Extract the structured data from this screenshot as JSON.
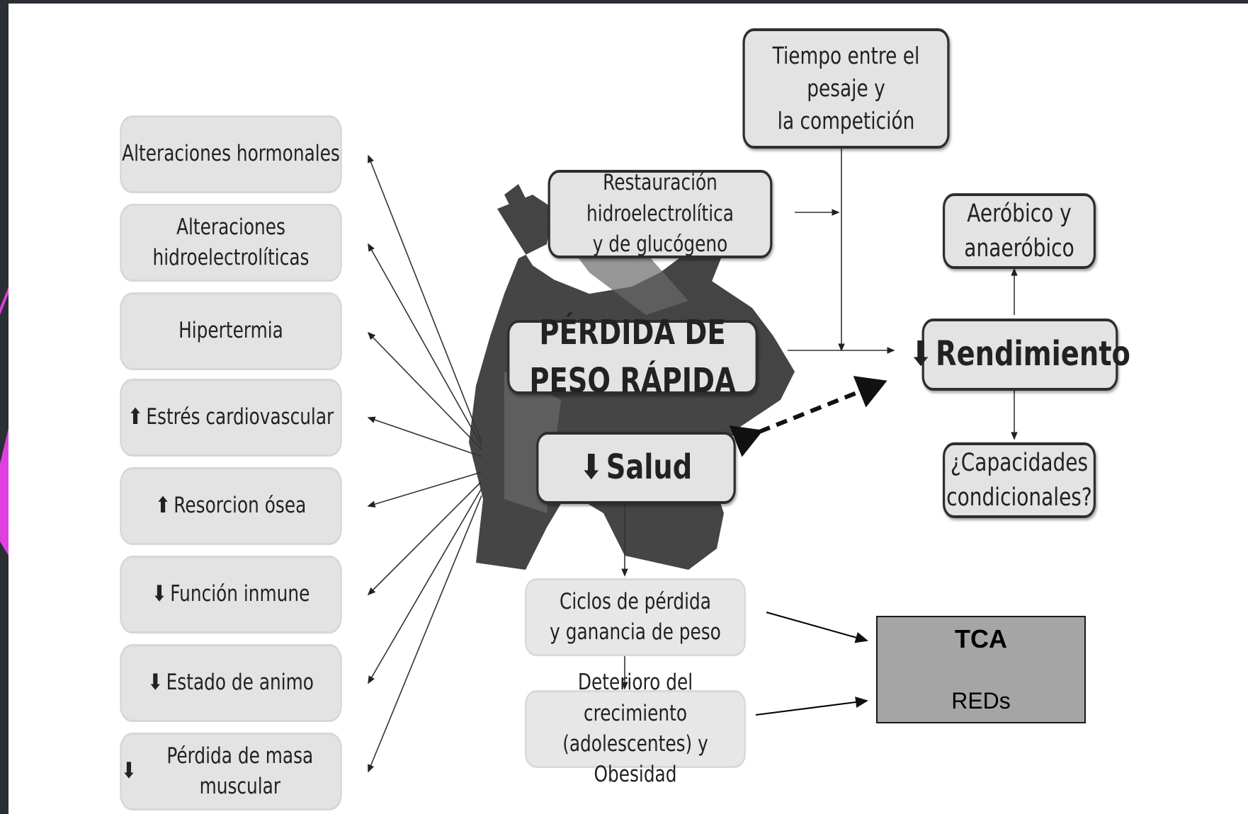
{
  "diagram": {
    "center_title": "PÉRDIDA DE PESO RÁPIDA",
    "salud": "Salud",
    "rendimiento": "Rendimiento",
    "down_arrow": "⬇",
    "up_arrow": "⬆",
    "top_box": [
      "Tiempo entre el pesaje y",
      "la competición"
    ],
    "restauracion": [
      "Restauración hidroelectrolítica",
      "y de glucógeno"
    ],
    "aerobico": [
      "Aeróbico y",
      "anaeróbico"
    ],
    "capacidades": [
      "¿Capacidades",
      "condicionales?"
    ],
    "left_boxes": [
      {
        "arrow": "",
        "lines": [
          "Alteraciones hormonales"
        ]
      },
      {
        "arrow": "",
        "lines": [
          "Alteraciones",
          "hidroelectrolíticas"
        ]
      },
      {
        "arrow": "",
        "lines": [
          "Hipertermia"
        ]
      },
      {
        "arrow": "up",
        "lines": [
          "Estrés cardiovascular"
        ]
      },
      {
        "arrow": "up",
        "lines": [
          "Resorcion ósea"
        ]
      },
      {
        "arrow": "down",
        "lines": [
          "Función inmune"
        ]
      },
      {
        "arrow": "down",
        "lines": [
          "Estado de animo"
        ]
      },
      {
        "arrow": "down",
        "lines": [
          "Pérdida de masa muscular"
        ]
      }
    ],
    "ciclos": [
      "Ciclos de pérdida",
      "y ganancia de peso"
    ],
    "deterioro": [
      "Deterioro del crecimiento",
      "(adolescentes) y Obesidad"
    ],
    "tca_box": {
      "title": "TCA",
      "subtitle": "REDs"
    }
  },
  "colors": {
    "accent": "#e040e0",
    "frame": "#2a2f35",
    "tca_fill": "#a5a5a5",
    "silhouette": "#3a3a3a"
  }
}
